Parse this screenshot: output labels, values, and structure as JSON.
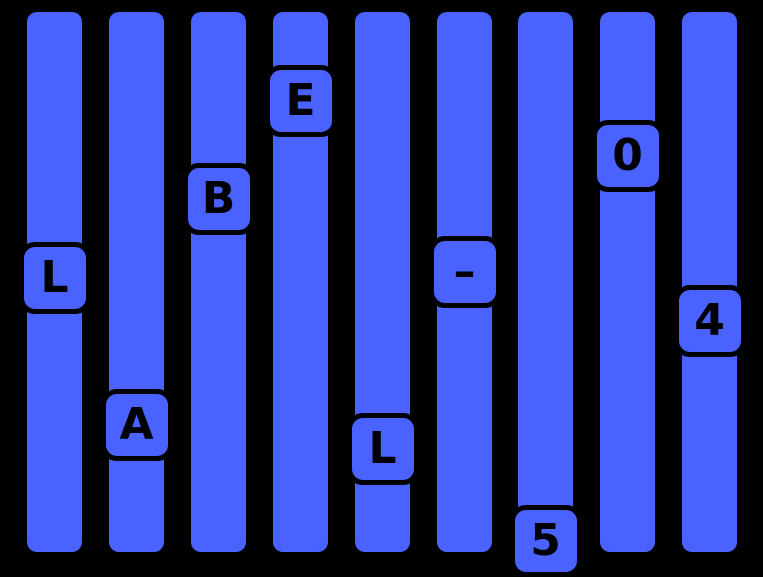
{
  "colors": {
    "background": "#000000",
    "track": "#4a62ff",
    "knob": "#4a62ff",
    "glyph": "#000000"
  },
  "sliders": [
    {
      "label": "L",
      "level": 0.515
    },
    {
      "label": "A",
      "level": 0.275
    },
    {
      "label": "B",
      "level": 0.645
    },
    {
      "label": "E",
      "level": 0.805
    },
    {
      "label": "L",
      "level": 0.235
    },
    {
      "label": "–",
      "level": 0.525
    },
    {
      "label": "5",
      "level": 0.085
    },
    {
      "label": "0",
      "level": 0.715
    },
    {
      "label": "4",
      "level": 0.445
    }
  ]
}
